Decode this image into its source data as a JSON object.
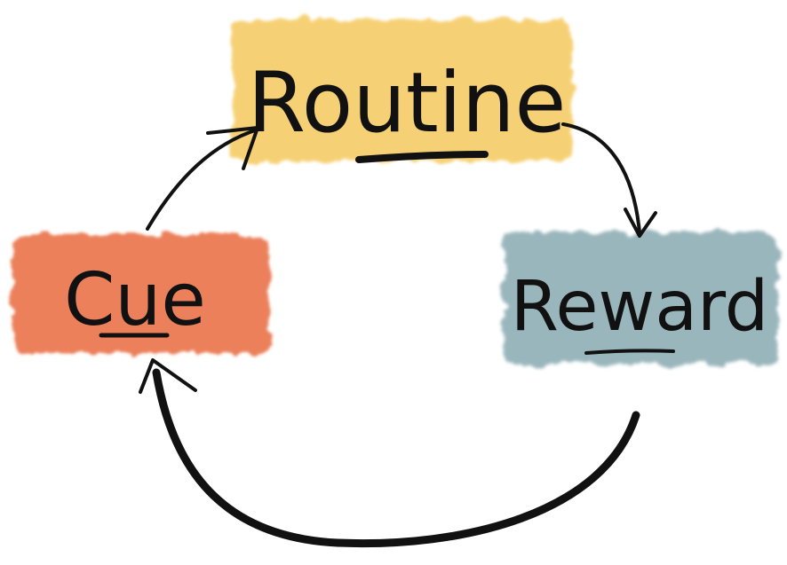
{
  "nodes": {
    "routine": {
      "label": "Routine",
      "color": "#F6CC66"
    },
    "reward": {
      "label": "Reward",
      "color": "#8FAFB5"
    },
    "cue": {
      "label": "Cue",
      "color": "#E9734A"
    }
  },
  "edges": [
    {
      "from": "cue",
      "to": "routine"
    },
    {
      "from": "routine",
      "to": "reward"
    },
    {
      "from": "reward",
      "to": "cue"
    }
  ]
}
